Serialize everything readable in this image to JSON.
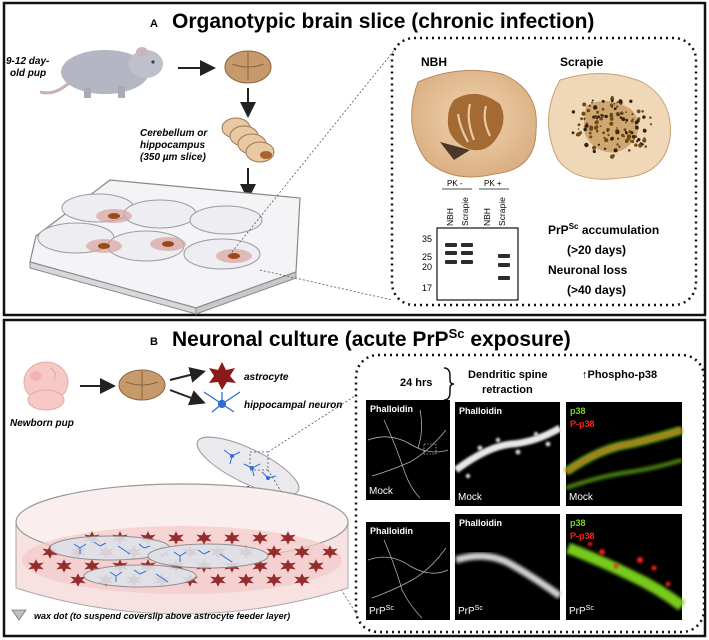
{
  "panelA": {
    "letter": "A",
    "title": "Organotypic brain slice (chronic infection)",
    "pup_label_1": "9-12 day-",
    "pup_label_2": "old pup",
    "slice_label_1": "Cerebellum or",
    "slice_label_2": "hippocampus",
    "slice_label_3": "(350 µm slice)",
    "nbh_label": "NBH",
    "scrapie_label": "Scrapie",
    "pk_minus": "PK -",
    "pk_plus": "PK +",
    "lanes": [
      "NBH",
      "Scrapie",
      "NBH",
      "Scrapie"
    ],
    "markers": [
      "35",
      "25",
      "20",
      "17"
    ],
    "result_1a": "PrP",
    "result_1b": "Sc",
    "result_1c": " accumulation",
    "result_2": "(>20 days)",
    "result_3": "Neuronal loss",
    "result_4": "(>40 days)"
  },
  "panelB": {
    "letter": "B",
    "title_a": "Neuronal culture (acute PrP",
    "title_sup": "Sc",
    "title_b": " exposure)",
    "newborn_label": "Newborn pup",
    "astrocyte_label": "astrocyte",
    "neuron_label": "hippocampal neuron",
    "time_label": "24 hrs",
    "dendritic_1": "Dendritic spine",
    "dendritic_2": "retraction",
    "phospho_label": "↑Phospho-p38",
    "phalloidin": "Phalloidin",
    "mock": "Mock",
    "prp": "PrP",
    "prp_sup": "Sc",
    "p38": "p38",
    "p_p38": "P-p38",
    "wax_label": "wax dot (to suspend coverslip above astrocyte feeder layer)"
  },
  "colors": {
    "green": "#7fd61e",
    "red": "#ff2020",
    "astrocyte": "#8b1a1a",
    "neuron": "#2f6fd6",
    "brain": "#c9a070"
  }
}
